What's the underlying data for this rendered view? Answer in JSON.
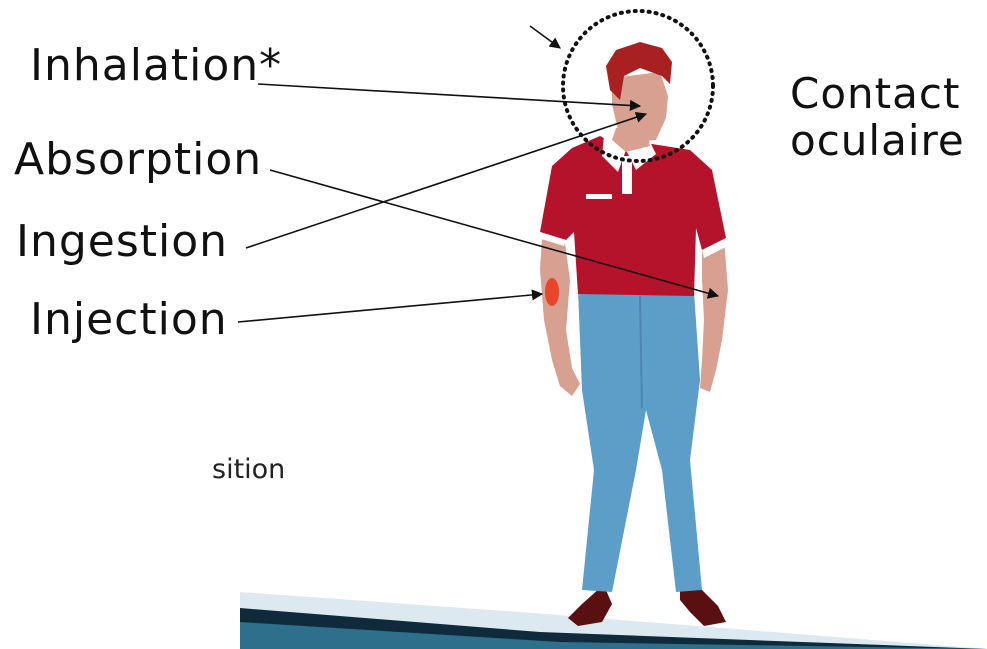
{
  "labels": {
    "inhalation": "Inhalation*",
    "absorption": "Absorption",
    "ingestion": "Ingestion",
    "injection": "Injection",
    "contact_line1": "Contact",
    "contact_line2": "oculaire",
    "partial_text": "sition"
  },
  "colors": {
    "shirt": "#b5122c",
    "pants": "#5d9ec8",
    "skin": "#d8a090",
    "hair": "#a82020",
    "injection_mark": "#e8452a",
    "arrow": "#111111"
  }
}
